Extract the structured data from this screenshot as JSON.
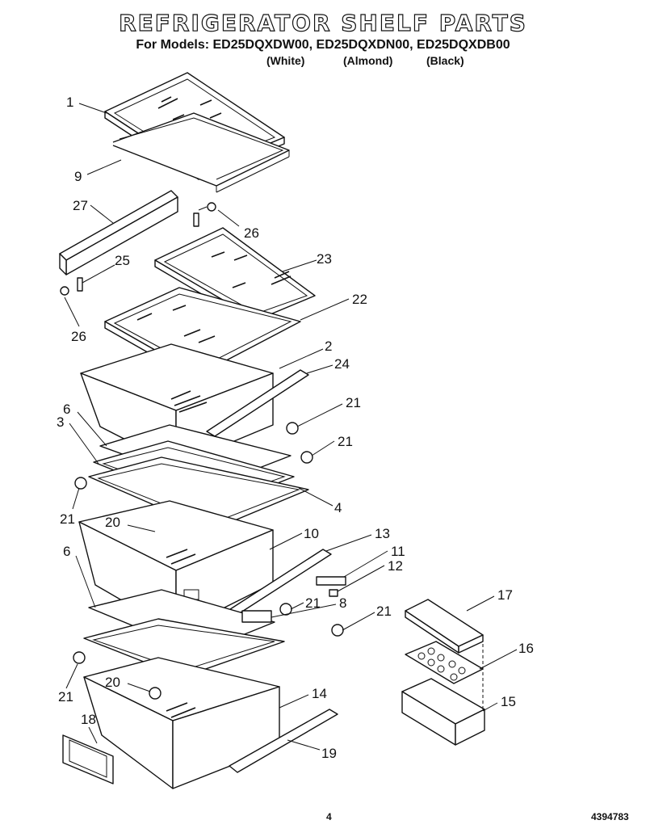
{
  "title": "REFRIGERATOR SHELF PARTS",
  "models_line": "For Models: ED25DQXDW00, ED25DQXDN00, ED25DQXDB00",
  "colors": [
    "(White)",
    "(Almond)",
    "(Black)"
  ],
  "page_number": "4",
  "doc_number": "4394783",
  "callouts": [
    "1",
    "9",
    "27",
    "26",
    "25",
    "23",
    "26",
    "22",
    "2",
    "24",
    "6",
    "21",
    "3",
    "21",
    "4",
    "21",
    "20",
    "10",
    "13",
    "11",
    "12",
    "6",
    "21",
    "8",
    "21",
    "17",
    "16",
    "21",
    "20",
    "14",
    "15",
    "18",
    "19"
  ]
}
